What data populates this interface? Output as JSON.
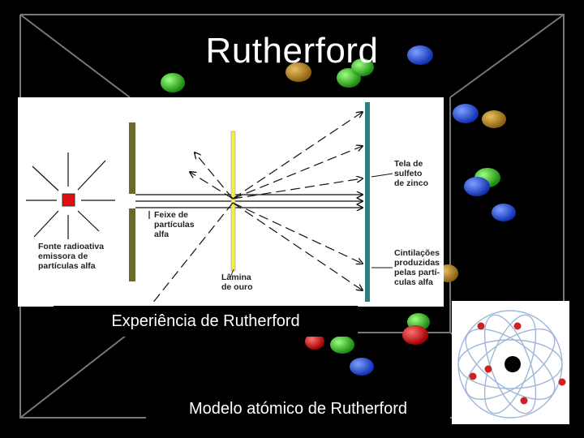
{
  "slide": {
    "title": "Rutherford"
  },
  "diagram": {
    "labels": {
      "screen": [
        "Tela de",
        "sulfeto",
        "de zinco"
      ],
      "beam": [
        "Feixe de",
        "partículas",
        "alfa"
      ],
      "source": [
        "Fonte radioativa",
        "emissora de",
        "partículas alfa"
      ],
      "foil": [
        "Lâmina",
        "de ouro"
      ],
      "scintillations": [
        "Cintilações",
        "produzidas",
        "pelas partí-",
        "culas alfa"
      ]
    },
    "colors": {
      "source": "#e01010",
      "lead_block": "#6b6a2a",
      "gold_foil": "#f0f040",
      "screen": "#2e7f7f"
    }
  },
  "captions": {
    "experiment": "Experiência de Rutherford",
    "model": "Modelo atómico de Rutherford"
  },
  "atom_model": {
    "nucleus_color": "#000000",
    "electron_color": "#cc2222",
    "orbit_color": "#9fb6d8"
  }
}
